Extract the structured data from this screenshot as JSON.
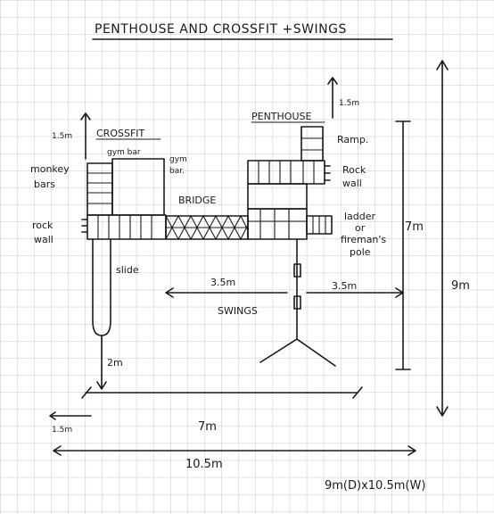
{
  "title": "PENTHOUSE AND CROSSFIT +SWINGS",
  "labels": {
    "crossfit": "CROSSFIT",
    "gym_bar_1": "gym bar",
    "gym_bar_2a": "gym",
    "gym_bar_2b": "bar.",
    "penthouse": "PENTHOUSE",
    "ramp": "Ramp.",
    "rock_wall_right_1": "Rock",
    "rock_wall_right_2": "wall",
    "monkey_bars_1": "monkey",
    "monkey_bars_2": "bars",
    "rock_wall_left_1": "rock",
    "rock_wall_left_2": "wall",
    "bridge": "BRIDGE",
    "ladder_1": "ladder",
    "ladder_2": "or",
    "ladder_3": "fireman's",
    "ladder_4": "pole",
    "slide": "slide",
    "swings": "SWINGS"
  },
  "dimensions": {
    "crossfit_height": "1.5m",
    "penthouse_height": "1.5m",
    "platform_height": "7m",
    "total_height": "9m",
    "swing_left": "3.5m",
    "swing_right": "3.5m",
    "slide_drop": "2m",
    "slide_offset": "1.5m",
    "base_width": "7m",
    "total_width": "10.5m",
    "overall": "9m(D)x10.5m(W)"
  },
  "colors": {
    "ink": "#1a1a1a",
    "grid": "#c8c8c8",
    "paper": "#ffffff"
  }
}
